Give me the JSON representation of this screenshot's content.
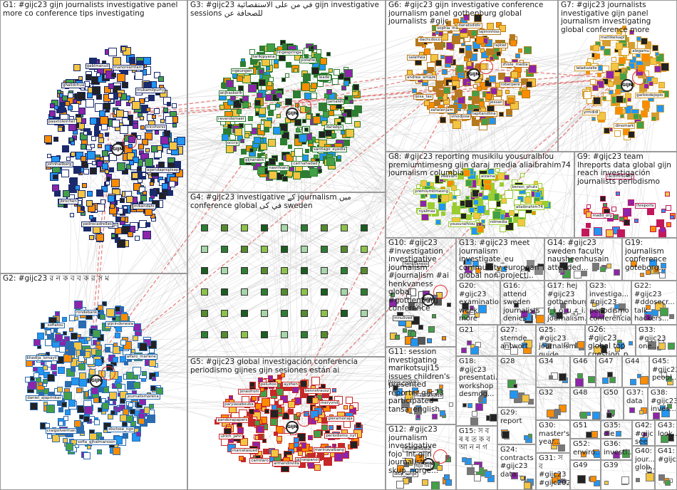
{
  "colors": {
    "edge": "#c9c9c9",
    "edge_strong": "#e05050",
    "border": "#9a9a9a",
    "groups": {
      "G1": "#1a2a6c",
      "G2": "#2b6cb0",
      "G3": "#2e7d32",
      "G4": "#2e7d32",
      "G5": "#c62828",
      "G6": "#b7791f",
      "G7": "#d69e2e",
      "G8": "#9acd32",
      "G9": "#c2185b",
      "G10": "#555555",
      "G11": "#777777",
      "G12": "#666666",
      "G13": "#888888"
    }
  },
  "hub_icon": "gijn-logo-icon",
  "hub_text": "GIJN",
  "groups": [
    {
      "id": "G1",
      "label": "G1: #gijc23 gijn journalists investigative panel more co conference tips investigating"
    },
    {
      "id": "G2",
      "label": "G2: #gijc23 র ন ক ব ব ক র স ম"
    },
    {
      "id": "G3",
      "label": "G3: #gijc23 في من على الاستقصائية gijn investigative sessions للصحافة عن"
    },
    {
      "id": "G4",
      "label": "G4: #gijc23 investigative کے journalism میں conference global في کی sweden"
    },
    {
      "id": "G5",
      "label": "G5: #gijc23 global investigación conferencia periodismo gijnes gijn sesiones están ai"
    },
    {
      "id": "G6",
      "label": "G6: #gijc23 gijn investigative conference journalism panel gothenburg global journalists #gijc"
    },
    {
      "id": "G7",
      "label": "G7: #gijc23 journalists investigative gijn panel journalism investigating global conference more"
    },
    {
      "id": "G8",
      "label": "G8: #gijc23 reporting musikilu yousuralhlou premiumtimesng gijn daraj_media aliaibrahim74 journalism columbia"
    },
    {
      "id": "G9",
      "label": "G9: #gijc23 team lhreports data global gijn reach investigación journalists periodismo"
    },
    {
      "id": "G10",
      "label": "G10: #gijc23 #investigation investigative journalism #journalism #ai henkvaness global #gothenburg conference"
    },
    {
      "id": "G11",
      "label": "G11: session investigating marikotsuji15 issues children's presented reporter gijc23 participated tansa_english"
    },
    {
      "id": "G12",
      "label": "G12: #gijc23 journalism investigative fojo_lnt gijn journalists skup_norge..."
    },
    {
      "id": "G13",
      "label": "G13: #gijc23 meet journalism investigate_eu community european global non project..."
    },
    {
      "id": "G14",
      "label": "G14: #gijc23 sweden faculty nausheenhusain attended..."
    },
    {
      "id": "G15",
      "label": "G15: স ব ৰ ষ ত ক ব আ ন ন গ"
    },
    {
      "id": "G16",
      "label": "G16: attend sweden journalists denies conference..."
    },
    {
      "id": "G17",
      "label": "G17: hej #gijc23 gothenburg f_l_o_u_r_i... journalism..."
    },
    {
      "id": "G18",
      "label": "G18: #gijc23 presentati... workshop desmog..."
    },
    {
      "id": "G19",
      "label": "G19: journalism conference goteborg..."
    },
    {
      "id": "G20",
      "label": "G20: #gijc23 examination week more going..."
    },
    {
      "id": "G21",
      "label": "G21"
    },
    {
      "id": "G22",
      "label": "G22: #gijc23 #ddosecr... talk hackers..."
    },
    {
      "id": "G23",
      "label": "G23: investiga... #gijc23 periodismo conferencia..."
    },
    {
      "id": "G24",
      "label": "G24: contracts #gijc23 data..."
    },
    {
      "id": "G25",
      "label": "G25: #gijc23 journalism guide..."
    },
    {
      "id": "G26",
      "label": "G26: #gijc23 global top cuestion_p..."
    },
    {
      "id": "G27",
      "label": "G27: stemde antwort"
    },
    {
      "id": "G28",
      "label": "G28"
    },
    {
      "id": "G29",
      "label": "G29: report"
    },
    {
      "id": "G30",
      "label": "G30: master's year..."
    },
    {
      "id": "G31",
      "label": "G31: স ব #gijc23 #gijc202..."
    },
    {
      "id": "G32",
      "label": "G32"
    },
    {
      "id": "G33",
      "label": "G33: #gijc23 one..."
    },
    {
      "id": "G34",
      "label": "G34"
    },
    {
      "id": "G35",
      "label": "G35: die war..."
    },
    {
      "id": "G36",
      "label": "G36: investi..."
    },
    {
      "id": "G37",
      "label": "G37: data"
    },
    {
      "id": "G38",
      "label": "G38: #gijc23 inves..."
    },
    {
      "id": "G39",
      "label": "G39"
    },
    {
      "id": "G40",
      "label": "G40: jour... glob..."
    },
    {
      "id": "G41",
      "label": "G41: #gijc23..."
    },
    {
      "id": "G42",
      "label": "G42: #gijc see"
    },
    {
      "id": "G43",
      "label": "G43: look..."
    },
    {
      "id": "G44",
      "label": "G44"
    },
    {
      "id": "G45",
      "label": "G45: #gijc23 peopl..."
    },
    {
      "id": "G46",
      "label": "G46"
    },
    {
      "id": "G47",
      "label": "G47"
    },
    {
      "id": "G48",
      "label": "G48"
    },
    {
      "id": "G49",
      "label": "G49"
    },
    {
      "id": "G50",
      "label": "G50"
    },
    {
      "id": "G51",
      "label": "G51"
    },
    {
      "id": "G52",
      "label": "G52: enviro..."
    }
  ],
  "node_labels": {
    "G1": [
      "agendaproplsap",
      "mikendahl",
      "gijn",
      "pedrocadrelles",
      "jbrochen",
      "johnhallberg",
      "paaxtoleinher",
      "ghalidchua",
      "gablmanuil",
      "manoniamtam",
      "mukamilpurty",
      "nicohorss"
    ],
    "G2": [
      "journalismarena",
      "disclose_ngo",
      "sofia_gjhalmarsson",
      "craigsilverman",
      "daniel_ajaprinkar",
      "khadija_ismayil",
      "_sofiatou",
      "rondebank",
      "gijnindonesia",
      "alfaro_marlene"
    ],
    "G3": [
      "dariabjo",
      "santiago_eyedia",
      "carinahadad",
      "nasrihiani",
      "gijnarabic",
      "occrp",
      "ravandamaer",
      "anjhaskorlh",
      "ngeungen",
      "tarikjpyana",
      "lingespringa",
      "pollatie",
      "leade",
      "jamalsh"
    ],
    "G5": [
      "periodismo_nyt",
      "marinavalbang",
      "gijnespanol",
      "armandovilla",
      "carrolaro",
      "marcelasuad",
      "ulrich_jahn",
      "pandorapapers",
      "paryiasabouba",
      "jonesfrom",
      "peluitoo",
      "ayzhen",
      "bennstrausz",
      "meryvnd",
      "gleramonaja"
    ],
    "G6": [
      "roberpere",
      "jessan",
      "tapitandlina",
      "vinodjose",
      "zahelenjam",
      "ljosa_tax",
      "andrea_amaze",
      "salathea",
      "dachcdoco",
      "sophia_mu",
      "danatsdidic",
      "lajiminhiss",
      "lajkiat",
      "zhisle_media"
    ],
    "G7": [
      "garbiodejopio",
      "dinomark",
      "yrmdidi",
      "laladuzalie",
      "mattikelsapl",
      "alegamu"
    ],
    "G8": [
      "aliaibrahim74",
      "ndmedia",
      "yousuralhlou",
      "nyalmas",
      "premiumtimesng",
      "vikevani",
      "alzaina",
      "benon_phuts"
    ],
    "G9": [
      "lhreports",
      "madd_org",
      "lacommunity"
    ],
    "G10": [
      "svt",
      "mnulived",
      "henkvaness"
    ],
    "G11": [
      "marikotsuji15",
      "tansa_english"
    ],
    "G12": [
      "fojo_lnt",
      "skup_norge",
      "mattermedia"
    ]
  }
}
